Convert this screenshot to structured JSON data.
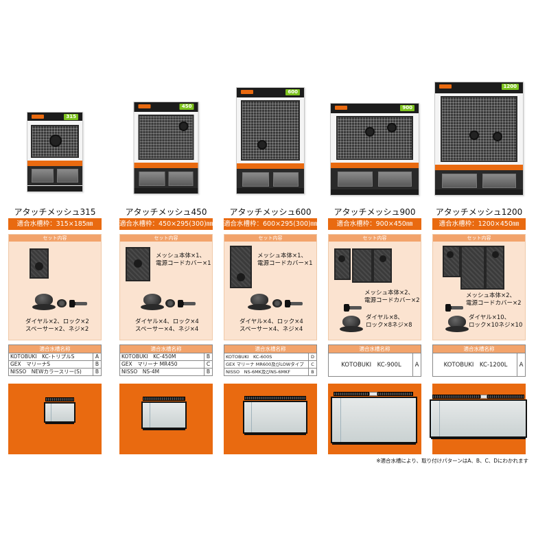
{
  "products": [
    {
      "name": "アタッチメッシュ315",
      "spec": "適合水槽枠：315×185㎜",
      "package_number": "315",
      "set_title": "セット内容",
      "set_text_1": "",
      "set_text_2": "ダイヤル×2、ロック×2\nスペーサー×2、ネジ×2",
      "table_title": "適合水槽名称",
      "table_rows": [
        {
          "name": "KOTOBUKI　KC-トリプルS",
          "type": "A"
        },
        {
          "name": "GEX　マリーナS",
          "type": "B"
        },
        {
          "name": "NISSO　NEWカラースリー(S)",
          "type": "B"
        }
      ]
    },
    {
      "name": "アタッチメッシュ450",
      "spec": "適合水槽枠：450×295(300)㎜",
      "package_number": "450",
      "set_title": "セット内容",
      "set_text_1": "メッシュ本体×1、\n電源コードカバー×1",
      "set_text_2": "ダイヤル×4、ロック×4\nスペーサー×4、ネジ×4",
      "table_title": "適合水槽名称",
      "table_rows": [
        {
          "name": "KOTOBUKI　KC-450M",
          "type": "B"
        },
        {
          "name": "GEX　マリーナ MR450",
          "type": "C"
        },
        {
          "name": "NISSO　NS-4M",
          "type": "B"
        }
      ]
    },
    {
      "name": "アタッチメッシュ600",
      "spec": "適合水槽枠：600×295(300)㎜",
      "package_number": "600",
      "set_title": "セット内容",
      "set_text_1": "メッシュ本体×1、\n電源コードカバー×1",
      "set_text_2": "ダイヤル×4、ロック×4\nスペーサー×4、ネジ×4",
      "table_title": "適合水槽名称",
      "table_rows": [
        {
          "name": "KOTOBUKI　KC-600S",
          "type": "D"
        },
        {
          "name": "GEX マリーナ MR600及びLOWタイプ",
          "type": "C"
        },
        {
          "name": "NISSO　NS-6MK及びNS-6MKF",
          "type": "B"
        }
      ]
    },
    {
      "name": "アタッチメッシュ900",
      "spec": "適合水槽枠：900×450㎜",
      "package_number": "900",
      "set_title": "セット内容",
      "set_text_1": "メッシュ本体×2、\n電源コードカバー×2",
      "set_text_2": "ダイヤル×8、\nロック×8ネジ×8",
      "table_title": "適合水槽名称",
      "table_rows": [
        {
          "name": "KOTOBUKI　KC-900L",
          "type": "A"
        }
      ]
    },
    {
      "name": "アタッチメッシュ1200",
      "spec": "適合水槽枠：1200×450㎜",
      "package_number": "1200",
      "set_title": "セット内容",
      "set_text_1": "メッシュ本体×2、\n電源コードカバー×2",
      "set_text_2": "ダイヤル×10、\nロック×10ネジ×10",
      "table_title": "適合水槽名称",
      "table_rows": [
        {
          "name": "KOTOBUKI　KC-1200L",
          "type": "A"
        }
      ]
    }
  ],
  "note": "※適合水槽により、取り付けパターンはA、B、C、Dにわかれます",
  "colors": {
    "accent": "#e96a10",
    "light": "#fbe3d0",
    "header": "#f2a36b"
  }
}
